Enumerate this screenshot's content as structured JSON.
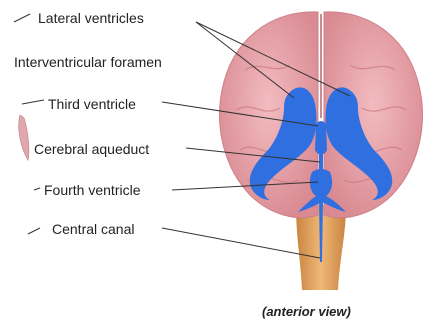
{
  "labels": {
    "lateral_ventricles": "Lateral ventricles",
    "interventricular_foramen": "Interventricular foramen",
    "third_ventricle": "Third ventricle",
    "cerebral_aqueduct": "Cerebral aqueduct",
    "fourth_ventricle": "Fourth ventricle",
    "central_canal": "Central canal"
  },
  "caption": "(anterior view)",
  "colors": {
    "brain": "#e8a3a8",
    "brain_outline": "#d88890",
    "ventricles": "#2f6fe0",
    "brainstem": "#e0a05a",
    "leader_lines": "#333333"
  }
}
